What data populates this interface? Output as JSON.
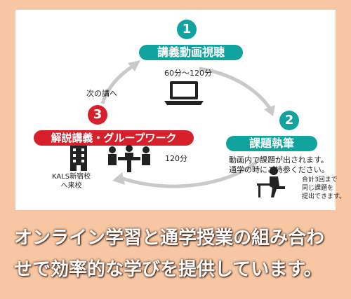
{
  "step1": {
    "number": "1",
    "title": "講義動画視聴",
    "duration": "60分〜120分"
  },
  "step2": {
    "number": "2",
    "title": "課題執筆",
    "desc_line1": "動画内で課題が出されます。",
    "desc_line2": "通学の時にご持参ください。",
    "note_line1": "合計3回まで",
    "note_line2": "同じ課題を",
    "note_line3": "提出できます。"
  },
  "step3": {
    "number": "3",
    "title": "解説講義・グループワーク",
    "duration": "120分",
    "location_line1": "KALS新宿校",
    "location_line2": "へ来校"
  },
  "next_label": "次の講へ",
  "caption_line1": "オンライン学習と通学授業の組み合わ",
  "caption_line2": "せで効率的な学びを提供しています。",
  "colors": {
    "teal": "#11a39d",
    "red": "#d7202b",
    "background": "#f7c6a3"
  },
  "icons": [
    "laptop-icon",
    "writing-person-icon",
    "building-icon",
    "group-meeting-icon"
  ]
}
